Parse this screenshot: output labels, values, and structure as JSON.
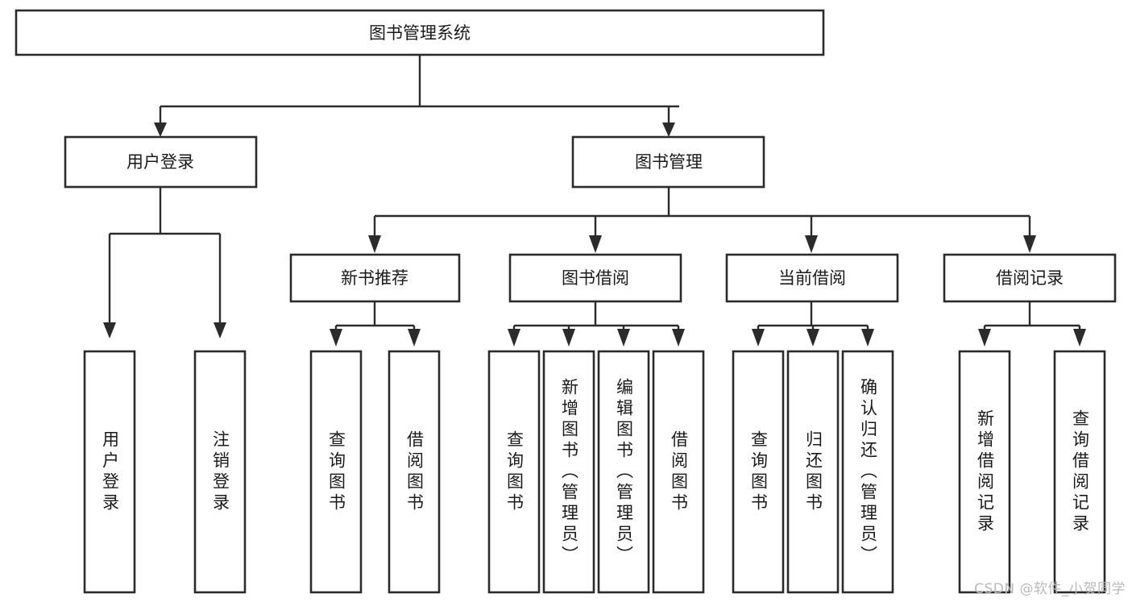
{
  "diagram": {
    "title": "图书管理系统",
    "type": "tree-hierarchy-chart",
    "watermark": "CSDN @软件_小贺同学",
    "colors": {
      "box_stroke": "#2b2b2b",
      "box_fill": "#ffffff",
      "connector": "#2b2b2b",
      "text": "#1a1a1a",
      "background": "#ffffff",
      "watermark": "#b9b9b9"
    },
    "root": {
      "label": "图书管理系统"
    },
    "level2": [
      {
        "label": "用户登录"
      },
      {
        "label": "图书管理"
      }
    ],
    "level3": [
      {
        "label": "新书推荐"
      },
      {
        "label": "图书借阅"
      },
      {
        "label": "当前借阅"
      },
      {
        "label": "借阅记录"
      }
    ],
    "leaves": {
      "user_login": [
        "用户登录",
        "注销登录"
      ],
      "new_book_recommend": [
        "查询图书",
        "借阅图书"
      ],
      "book_borrow": [
        "查询图书",
        "新增图书（管理员）",
        "编辑图书（管理员）",
        "借阅图书"
      ],
      "current_borrow": [
        "查询图书",
        "归还图书",
        "确认归还（管理员）"
      ],
      "borrow_record": [
        "新增借阅记录",
        "查询借阅记录"
      ]
    }
  },
  "chart_data": {
    "type": "tree",
    "title": "图书管理系统",
    "nodes": [
      {
        "id": "root",
        "label": "图书管理系统",
        "level": 1,
        "parent": null
      },
      {
        "id": "n2a",
        "label": "用户登录",
        "level": 2,
        "parent": "root"
      },
      {
        "id": "n2b",
        "label": "图书管理",
        "level": 2,
        "parent": "root"
      },
      {
        "id": "n3a",
        "label": "用户登录",
        "level": 3,
        "parent": "n2a"
      },
      {
        "id": "n3b",
        "label": "注销登录",
        "level": 3,
        "parent": "n2a"
      },
      {
        "id": "n3c",
        "label": "新书推荐",
        "level": 3,
        "parent": "n2b"
      },
      {
        "id": "n3d",
        "label": "图书借阅",
        "level": 3,
        "parent": "n2b"
      },
      {
        "id": "n3e",
        "label": "当前借阅",
        "level": 3,
        "parent": "n2b"
      },
      {
        "id": "n3f",
        "label": "借阅记录",
        "level": 3,
        "parent": "n2b"
      },
      {
        "id": "n4a",
        "label": "查询图书",
        "level": 4,
        "parent": "n3c"
      },
      {
        "id": "n4b",
        "label": "借阅图书",
        "level": 4,
        "parent": "n3c"
      },
      {
        "id": "n4c",
        "label": "查询图书",
        "level": 4,
        "parent": "n3d"
      },
      {
        "id": "n4d",
        "label": "新增图书（管理员）",
        "level": 4,
        "parent": "n3d"
      },
      {
        "id": "n4e",
        "label": "编辑图书（管理员）",
        "level": 4,
        "parent": "n3d"
      },
      {
        "id": "n4f",
        "label": "借阅图书",
        "level": 4,
        "parent": "n3d"
      },
      {
        "id": "n4g",
        "label": "查询图书",
        "level": 4,
        "parent": "n3e"
      },
      {
        "id": "n4h",
        "label": "归还图书",
        "level": 4,
        "parent": "n3e"
      },
      {
        "id": "n4i",
        "label": "确认归还（管理员）",
        "level": 4,
        "parent": "n3e"
      },
      {
        "id": "n4j",
        "label": "新增借阅记录",
        "level": 4,
        "parent": "n3f"
      },
      {
        "id": "n4k",
        "label": "查询借阅记录",
        "level": 4,
        "parent": "n3f"
      }
    ]
  }
}
